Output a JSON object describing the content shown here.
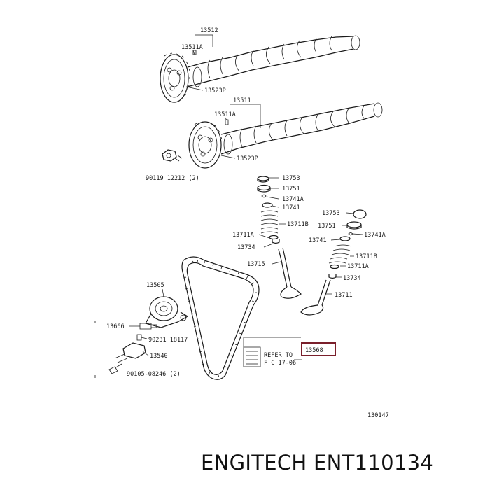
{
  "labels": {
    "p13512": "13512",
    "p13511A_top": "13511A",
    "p13523P_top": "13523P",
    "p13511": "13511",
    "p13511A_mid": "13511A",
    "p13523P_mid": "13523P",
    "p90119": "90119  12212 (2)",
    "p13753_a": "13753",
    "p13751_a": "13751",
    "p13741A_a": "13741A",
    "p13741_a": "13741",
    "p13711B_a": "13711B",
    "p13711A_a": "13711A",
    "p13734_a": "13734",
    "p13715": "13715",
    "p13753_b": "13753",
    "p13751_b": "13751",
    "p13741A_b": "13741A",
    "p13741_b": "13741",
    "p13711B_b": "13711B",
    "p13711A_b": "13711A",
    "p13734_b": "13734",
    "p13711": "13711",
    "p13505": "13505",
    "p13666": "13666",
    "p90231": "90231  18117",
    "p13540": "13540",
    "p90105": "90105-08246 (2)",
    "p13568": "13568",
    "refer_line1": "REFER  TO",
    "refer_line2": "F C 17-06",
    "diagram_code": "130147"
  },
  "footer": {
    "brand_part": "ENGITECH ENT110134"
  },
  "colors": {
    "line": "#1a1a1a",
    "highlight_box": "#7a1f2b",
    "background": "#ffffff"
  }
}
